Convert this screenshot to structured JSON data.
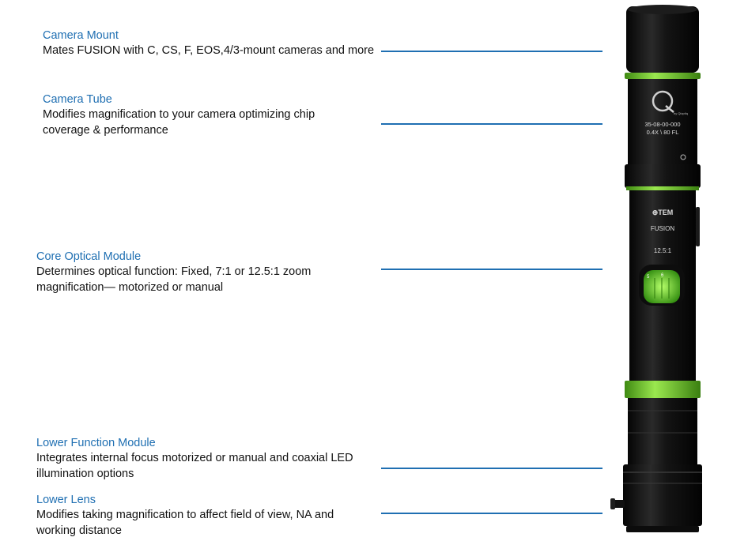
{
  "callouts": [
    {
      "title": "Camera Mount",
      "desc": "Mates FUSION with C, CS, F, EOS,4/3-mount cameras and more"
    },
    {
      "title": "Camera Tube",
      "desc": "Modifies magnification to your camera optimizing chip coverage & performance"
    },
    {
      "title": "Core Optical Module",
      "desc": "Determines optical function: Fixed, 7:1 or 12.5:1 zoom magnification— motorized or manual"
    },
    {
      "title": "Lower Function Module",
      "desc": "Integrates internal focus motorized or manual and coaxial LED illumination options"
    },
    {
      "title": "Lower Lens",
      "desc": "Modifies taking magnification to affect field of view, NA and working distance"
    }
  ],
  "device": {
    "part_number": "35-08-00-000",
    "spec": "0.4X \\ 80 FL",
    "maker_small": "by Qioptiq",
    "brand": "⊕TEM",
    "product": "FUSION",
    "zoom": "12.5:1",
    "dial_left": "5",
    "dial_right": "6"
  },
  "colors": {
    "accent": "#1f6fb2",
    "ring": "#7fd33a",
    "body": "#111111"
  }
}
